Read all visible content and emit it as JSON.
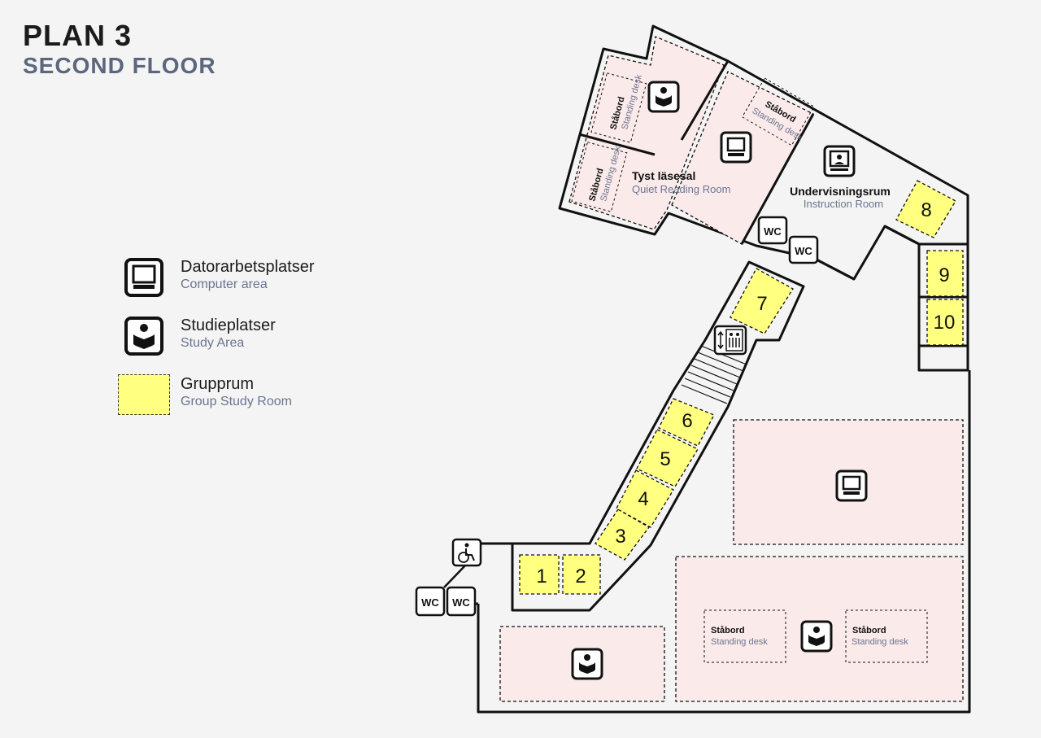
{
  "title": {
    "main": "PLAN 3",
    "sub": "SECOND FLOOR"
  },
  "legend": [
    {
      "icon": "computer-icon",
      "sv": "Datorarbetsplatser",
      "en": "Computer area"
    },
    {
      "icon": "study-area-icon",
      "sv": "Studieplatser",
      "en": "Study Area"
    },
    {
      "icon": "group-room-swatch",
      "sv": "Grupprum",
      "en": "Group Study Room"
    }
  ],
  "rooms": {
    "quiet": {
      "sv": "Tyst läsesal",
      "en": "Quiet Reading Room"
    },
    "instruction": {
      "sv": "Undervisningsrum",
      "en": "Instruction Room"
    },
    "standing_sv": "Ståbord",
    "standing_en": "Standing desk"
  },
  "group_rooms": [
    "1",
    "2",
    "3",
    "4",
    "5",
    "6",
    "7",
    "8",
    "9",
    "10"
  ],
  "wc_label": "WC",
  "colors": {
    "group_room": "#ffff80",
    "study_area": "#fbeaea",
    "wall": "#111111",
    "background": "#f4f4f4"
  }
}
